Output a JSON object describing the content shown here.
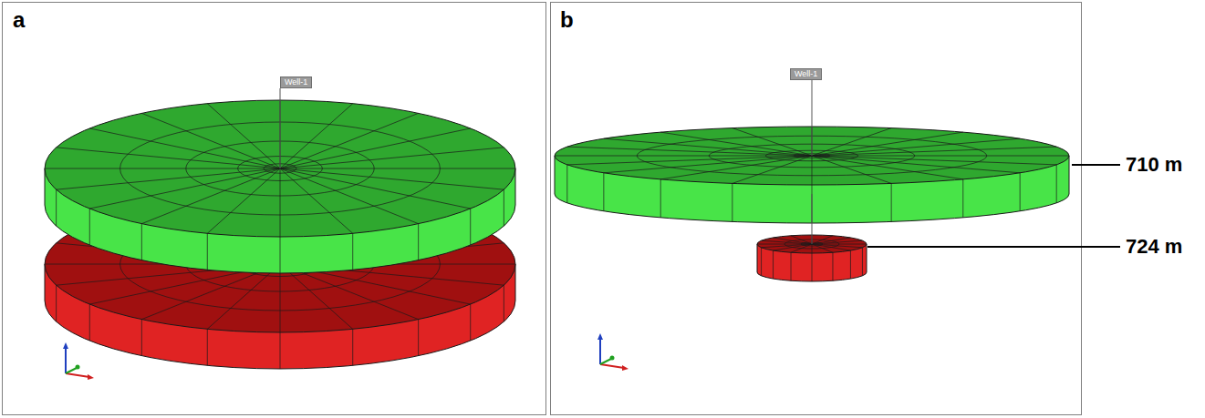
{
  "diagram": {
    "nodes": [
      {
        "text": [
          "Well-1"
        ]
      },
      {
        "text": [
          "Well-1"
        ]
      }
    ],
    "labels": [
      "a",
      "b",
      "710 m",
      "724 m"
    ]
  }
}
